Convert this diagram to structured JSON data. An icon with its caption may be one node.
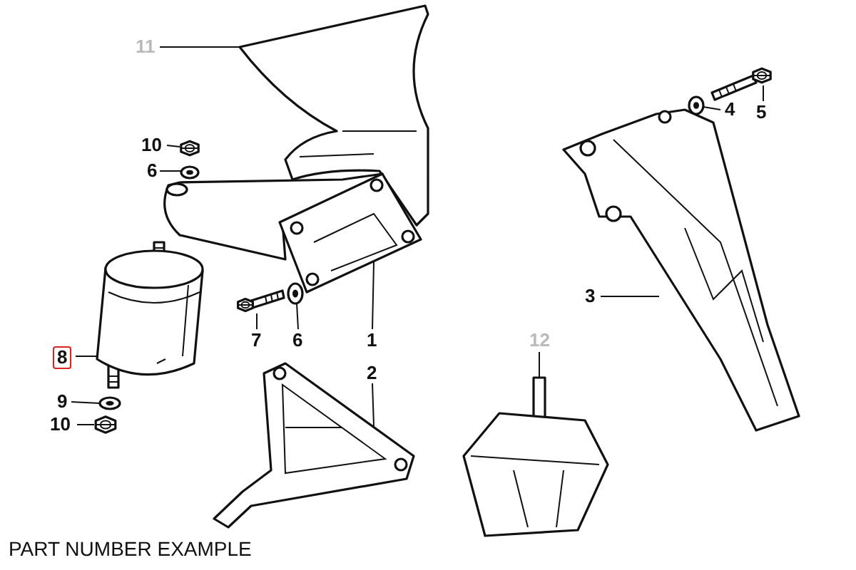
{
  "diagram": {
    "caption": "PART NUMBER EXAMPLE",
    "nodes": [
      {
        "text": [],
        "shape": "picture"
      },
      {
        "text": [],
        "shape": "picture"
      },
      {
        "text": [],
        "shape": "picture"
      },
      {
        "text": [],
        "shape": "picture"
      },
      {
        "text": [],
        "shape": "picture"
      },
      {
        "text": [],
        "shape": "picture"
      },
      {
        "text": [],
        "shape": "picture"
      },
      {
        "text": [],
        "shape": "picture"
      },
      {
        "text": [],
        "shape": "picture"
      },
      {
        "text": [],
        "shape": "picture"
      },
      {
        "text": [],
        "shape": "picture"
      },
      {
        "text": [],
        "shape": "picture"
      },
      {
        "text": [],
        "shape": "picture"
      },
      {
        "text": [],
        "shape": "picture"
      },
      {
        "text": [
          "11"
        ]
      },
      {
        "text": [
          "10"
        ]
      },
      {
        "text": [
          "6"
        ]
      },
      {
        "text": [
          "4"
        ]
      },
      {
        "text": [
          "5"
        ]
      },
      {
        "text": [
          "3"
        ]
      },
      {
        "text": [
          "7"
        ]
      },
      {
        "text": [
          "6"
        ]
      },
      {
        "text": [
          "1"
        ]
      },
      {
        "text": [
          "8"
        ]
      },
      {
        "text": [
          "2"
        ]
      },
      {
        "text": [
          "12"
        ]
      },
      {
        "text": [
          "9"
        ]
      },
      {
        "text": [
          "10"
        ]
      }
    ],
    "edges": [
      {
        "from": 14,
        "to": 0,
        "arrow": "none"
      },
      {
        "from": 15,
        "to": 6,
        "arrow": "none"
      },
      {
        "from": 16,
        "to": 7,
        "arrow": "none"
      },
      {
        "from": 17,
        "to": 4,
        "arrow": "none"
      },
      {
        "from": 18,
        "to": 5,
        "arrow": "none"
      },
      {
        "from": 19,
        "to": 3,
        "arrow": "none"
      },
      {
        "from": 20,
        "to": 8,
        "arrow": "none"
      },
      {
        "from": 21,
        "to": 9,
        "arrow": "none"
      },
      {
        "from": 22,
        "to": 1,
        "arrow": "none"
      },
      {
        "from": 23,
        "to": 10,
        "arrow": "none"
      },
      {
        "from": 24,
        "to": 2,
        "arrow": "none"
      },
      {
        "from": 25,
        "to": 13,
        "arrow": "none"
      },
      {
        "from": 26,
        "to": 11,
        "arrow": "none"
      },
      {
        "from": 27,
        "to": 12,
        "arrow": "none"
      }
    ]
  }
}
